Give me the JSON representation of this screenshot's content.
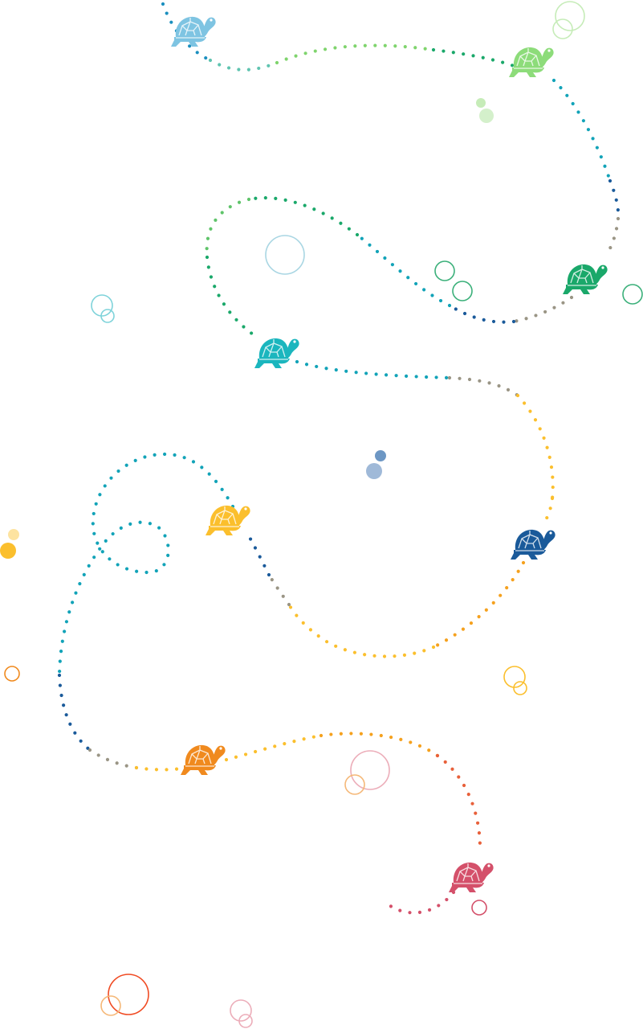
{
  "colors": {
    "light_blue": "#7ec4e2",
    "light_green": "#8ddc7a",
    "green": "#1aa86a",
    "teal": "#1bb6be",
    "cyan_dots": "#12a3b8",
    "navy": "#1a5a9a",
    "grey": "#9a9585",
    "yellow": "#fbbf2d",
    "orange": "#f08a1e",
    "red": "#d4506a"
  },
  "turtles": [
    {
      "name": "light-blue",
      "color": "#7ec4e2"
    },
    {
      "name": "light-green",
      "color": "#8ddc7a"
    },
    {
      "name": "green",
      "color": "#1aa86a"
    },
    {
      "name": "teal",
      "color": "#1bb6be"
    },
    {
      "name": "yellow",
      "color": "#fbbf2d"
    },
    {
      "name": "navy",
      "color": "#1a5a9a"
    },
    {
      "name": "orange",
      "color": "#f08a1e"
    },
    {
      "name": "red",
      "color": "#d4506a"
    }
  ]
}
